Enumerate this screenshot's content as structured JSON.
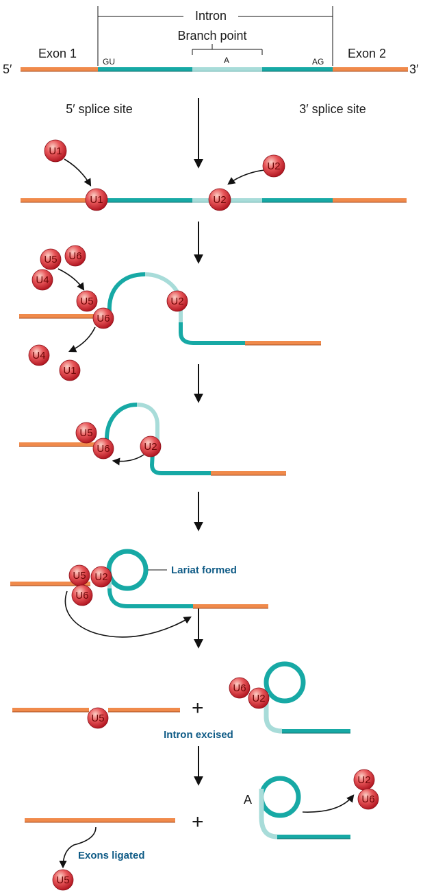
{
  "colors": {
    "exon": "#f08a4b",
    "intron": "#17a9a5",
    "branch_region": "#a8dcd9",
    "snrna": "#d2303a",
    "label_accent": "#0f5b86"
  },
  "header": {
    "intron_label": "Intron",
    "branch_point_label": "Branch point",
    "branch_base": "A",
    "exon1_label": "Exon 1",
    "exon2_label": "Exon 2",
    "five_prime": "5′",
    "three_prime": "3′",
    "gu_label": "GU",
    "ag_label": "AG",
    "five_splice_site": "5′ splice site",
    "three_splice_site": "3′ splice site"
  },
  "snrnps": {
    "u1": "U1",
    "u2": "U2",
    "u4": "U4",
    "u5": "U5",
    "u6": "U6"
  },
  "labels": {
    "lariat_formed": "Lariat formed",
    "intron_excised": "Intron excised",
    "exons_ligated": "Exons ligated",
    "plus": "+",
    "branch_a": "A"
  }
}
